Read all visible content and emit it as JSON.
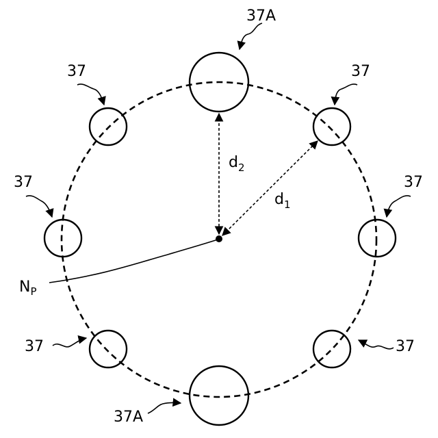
{
  "labels": {
    "hole": "37",
    "large_hole": "37A",
    "d1_main": "d",
    "d1_sub": "1",
    "d2_main": "d",
    "d2_sub": "2",
    "np_main": "N",
    "np_sub": "P"
  }
}
